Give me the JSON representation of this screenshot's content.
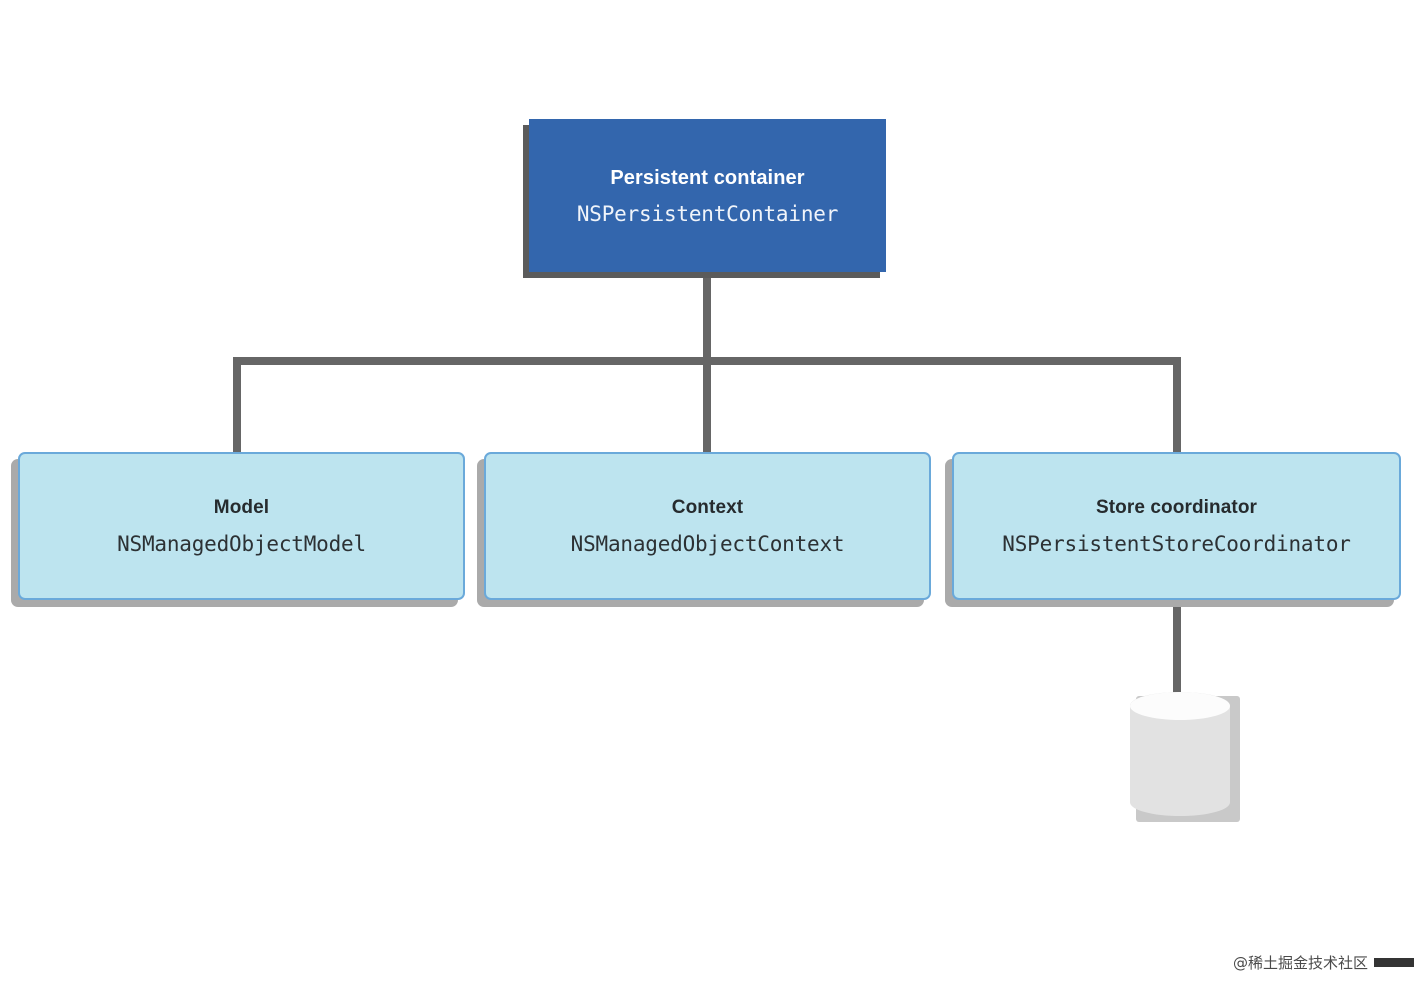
{
  "diagram": {
    "type": "hierarchy",
    "root": {
      "title": "Persistent container",
      "class_name": "NSPersistentContainer",
      "fill_color": "#3366ad",
      "text_color": "#ffffff"
    },
    "children": [
      {
        "title": "Model",
        "class_name": "NSManagedObjectModel",
        "fill_color": "#bde4ef",
        "border_color": "#6aa9da"
      },
      {
        "title": "Context",
        "class_name": "NSManagedObjectContext",
        "fill_color": "#bde4ef",
        "border_color": "#6aa9da"
      },
      {
        "title": "Store coordinator",
        "class_name": "NSPersistentStoreCoordinator",
        "fill_color": "#bde4ef",
        "border_color": "#6aa9da"
      }
    ],
    "store": {
      "icon": "database-cylinder",
      "label": "",
      "fill_color": "#e2e2e2"
    },
    "connector_color": "#666666"
  },
  "watermark": {
    "text": "@稀土掘金技术社区"
  }
}
